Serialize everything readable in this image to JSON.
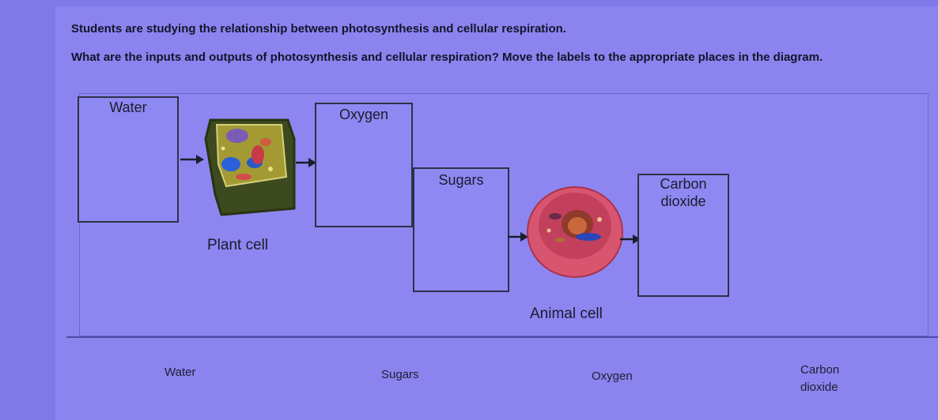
{
  "prompt": {
    "line1": "Students are studying the relationship between photosynthesis and cellular respiration.",
    "line2": "What are the inputs and outputs of photosynthesis and cellular respiration? Move the labels to the appropriate places in the diagram."
  },
  "diagram": {
    "plant_caption": "Plant cell",
    "animal_caption": "Animal cell",
    "placed": {
      "plant_input": "Water",
      "plant_output": "Oxygen",
      "animal_input": "Sugars",
      "animal_output_line1": "Carbon",
      "animal_output_line2": "dioxide"
    }
  },
  "label_bank": [
    {
      "label": "Water"
    },
    {
      "label": "Sugars"
    },
    {
      "label": "Oxygen"
    },
    {
      "line1": "Carbon",
      "line2": "dioxide"
    }
  ],
  "colors": {
    "background": "#8b84ef",
    "box_border": "#303046",
    "plant_green": "#4a5e22",
    "animal_pink": "#d24a6a"
  }
}
